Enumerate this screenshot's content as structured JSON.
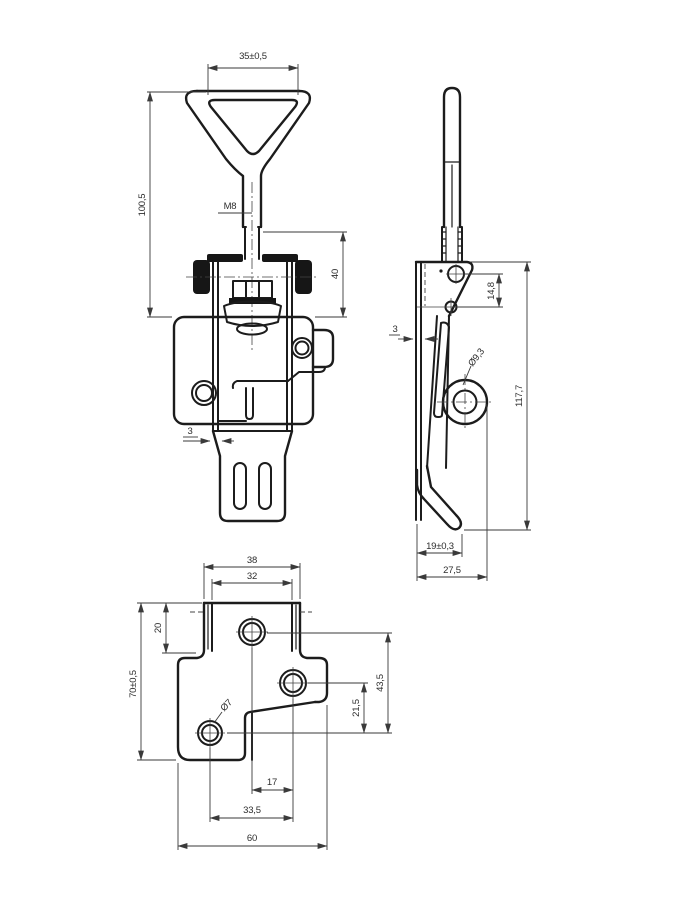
{
  "drawing": {
    "background": "#ffffff",
    "line_color": "#1c1c1c",
    "dim_color": "#3a3a3a",
    "front_view": {
      "handle_width": "35±0,5",
      "overall_height": "100,5",
      "thread_label": "M8",
      "slide_height": "40",
      "plate_thickness": "3"
    },
    "side_view": {
      "hole_spacing": "14,8",
      "plate_thickness": "3",
      "loop_hole_diameter": "Ø9,3",
      "overall_height": "117,7",
      "hook_offset": "19±0,3",
      "overall_depth": "27,5"
    },
    "bottom_view": {
      "flange_width_outer": "38",
      "flange_width_inner": "32",
      "flange_depth": "20",
      "plate_length": "70±0,5",
      "hole_offset_a": "43,5",
      "hole_offset_b": "21,5",
      "hole_diameter": "Ø7",
      "hole_pitch_a": "17",
      "hole_pitch_b": "33,5",
      "plate_width": "60"
    }
  }
}
